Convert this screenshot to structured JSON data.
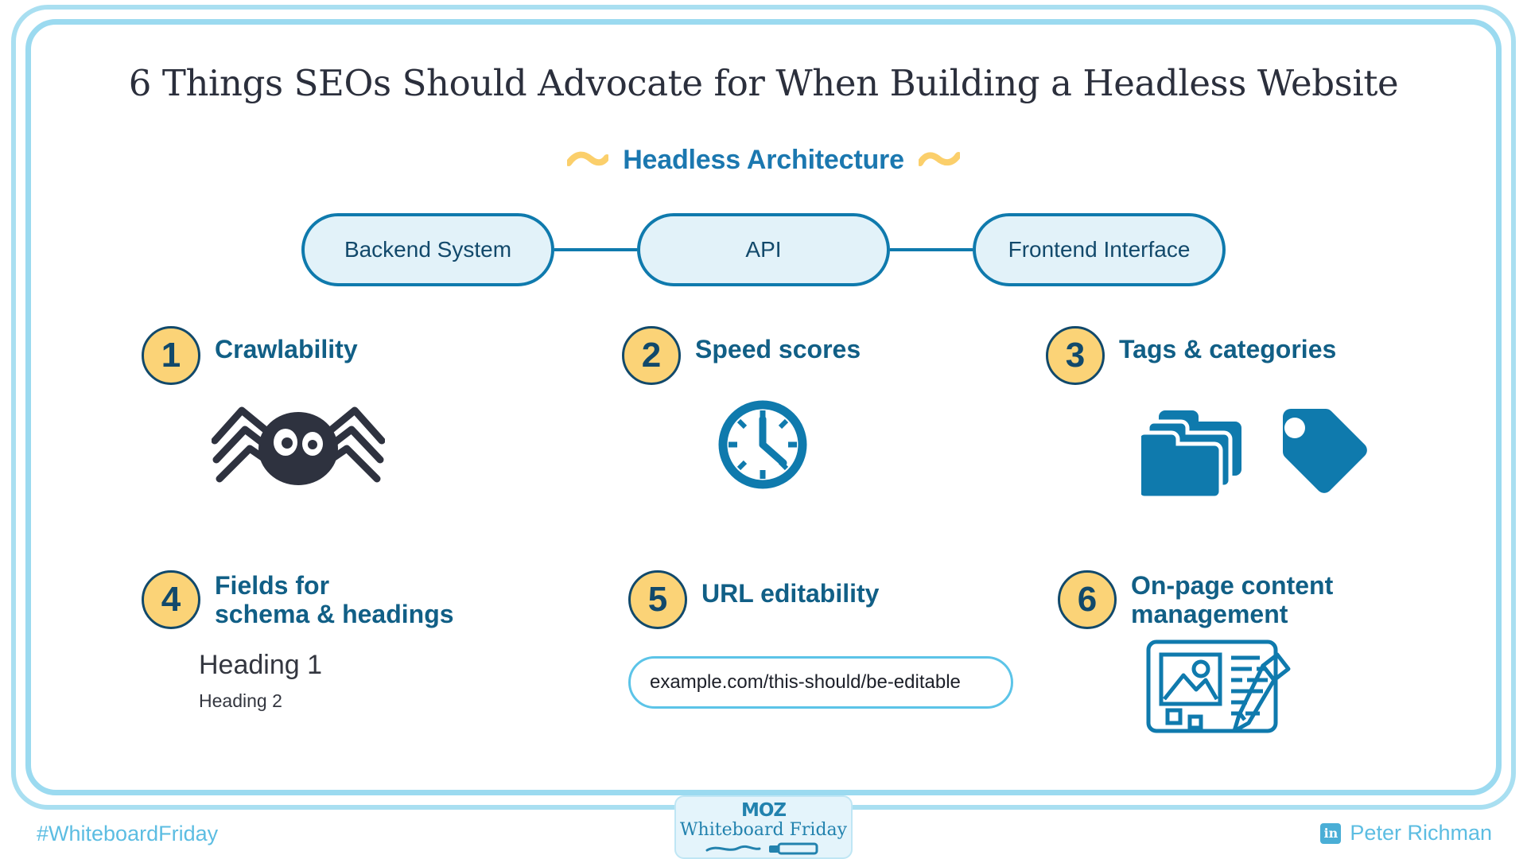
{
  "title": "6 Things SEOs Should Advocate for When Building a Headless Website",
  "architecture": {
    "heading": "Headless Architecture",
    "left_squiggle_icon": "squiggle-icon",
    "right_squiggle_icon": "squiggle-icon",
    "nodes": [
      {
        "label": "Backend System"
      },
      {
        "label": "API"
      },
      {
        "label": "Frontend Interface"
      }
    ]
  },
  "items": [
    {
      "number": "1",
      "label": "Crawlability",
      "icon": "spider-icon"
    },
    {
      "number": "2",
      "label": "Speed scores",
      "icon": "clock-icon"
    },
    {
      "number": "3",
      "label": "Tags & categories",
      "icon": "folders-and-tag-icon"
    },
    {
      "number": "4",
      "label_line1": "Fields for",
      "label_line2": "schema & headings",
      "sample_heading_1": "Heading 1",
      "sample_heading_2": "Heading 2"
    },
    {
      "number": "5",
      "label": "URL editability",
      "url_value": "example.com/this-should/be-editable"
    },
    {
      "number": "6",
      "label_line1": "On-page content",
      "label_line2": "management",
      "icon": "content-editor-icon"
    }
  ],
  "footer": {
    "hashtag": "#WhiteboardFriday",
    "author": "Peter Richman",
    "author_icon": "linkedin-icon",
    "badge_brand": "MOZ",
    "badge_series": "Whiteboard Friday",
    "badge_marker_icon": "marker-icon"
  },
  "colors": {
    "frame_blue": "#a9dff1",
    "brand_blue": "#1b78b0",
    "deep_blue": "#115f86",
    "badge_yellow": "#fbd377",
    "navy": "#11496b",
    "pill_fill": "#e2f2f9",
    "footer_blue": "#5cbde2"
  }
}
